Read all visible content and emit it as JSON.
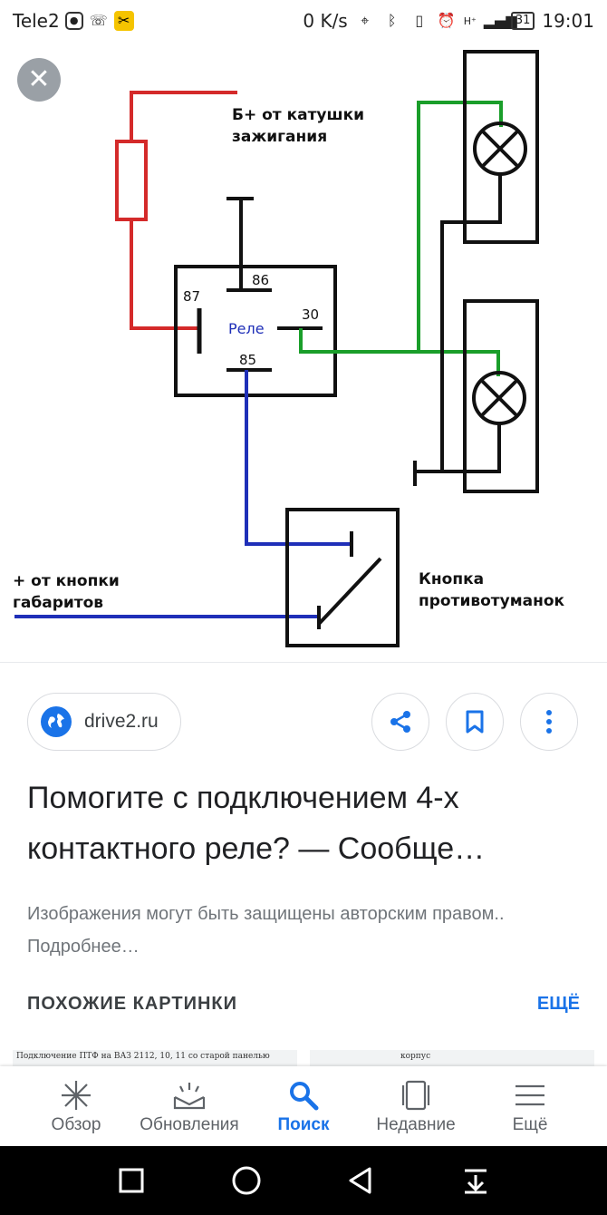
{
  "status_bar": {
    "carrier": "Tele2",
    "net_speed": "0 K/s",
    "network": "H⁺",
    "battery": "31",
    "time": "19:01"
  },
  "diagram": {
    "labels": {
      "ignition": [
        "Б+ от катушки",
        "зажигания"
      ],
      "relay": "Реле",
      "pin86": "86",
      "pin87": "87",
      "pin30": "30",
      "pin85": "85",
      "parking_button": [
        "+ от кнопки",
        "габаритов"
      ],
      "fog_button": [
        "Кнопка",
        "противотуманок"
      ]
    },
    "wire_colors": {
      "red": "#d42a2a",
      "green": "#1a9e2a",
      "blue": "#1f2fb8",
      "black": "#111111"
    }
  },
  "source": {
    "domain": "drive2.ru"
  },
  "actions": {
    "share_icon": "share-icon",
    "bookmark_icon": "bookmark-icon",
    "more_icon": "more-vert-icon"
  },
  "result": {
    "title": "Помогите с подключением 4-х контактного реле? — Сообще…",
    "notice": "Изображения могут быть защищены авторским правом.. Подробнее…"
  },
  "similar": {
    "heading": "ПОХОЖИЕ КАРТИНКИ",
    "more": "ЕЩЁ",
    "thumb1_caption": "Подключение ПТФ на ВАЗ 2112, 10, 11 со старой панелью",
    "thumb2_caption": "корпус"
  },
  "bottom_nav": {
    "items": [
      {
        "label": "Обзор",
        "icon": "discover-icon"
      },
      {
        "label": "Обновления",
        "icon": "updates-icon"
      },
      {
        "label": "Поиск",
        "icon": "search-icon"
      },
      {
        "label": "Недавние",
        "icon": "recent-icon"
      },
      {
        "label": "Ещё",
        "icon": "menu-icon"
      }
    ],
    "active": "Поиск"
  },
  "colors": {
    "accent": "#1a73e8",
    "text": "#202124",
    "muted": "#70757a"
  }
}
